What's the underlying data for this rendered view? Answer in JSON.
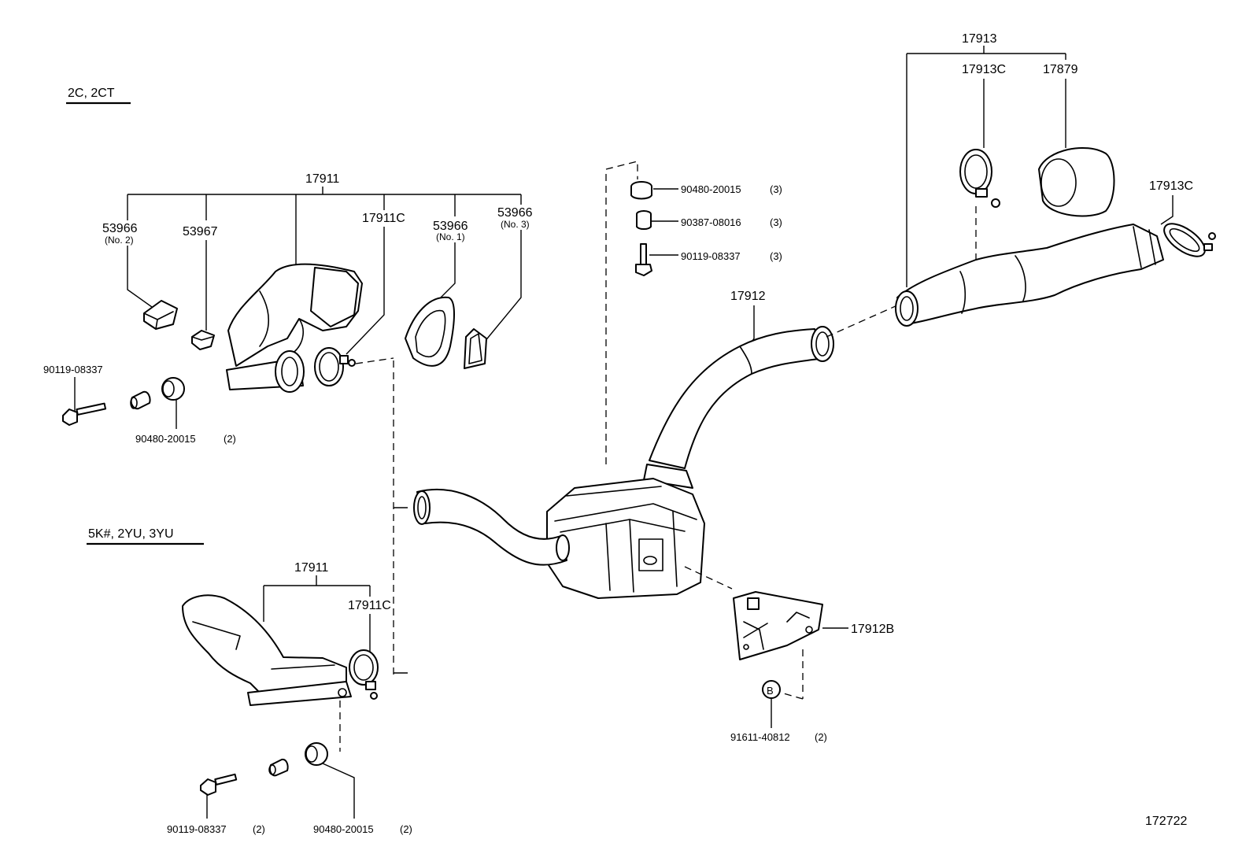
{
  "sections": {
    "upper_variant": "2C, 2CT",
    "lower_variant": "5K#, 2YU, 3YU"
  },
  "parts": {
    "p17911_upper": "17911",
    "p53966_no2": "53966",
    "p53966_no2_sub": "(No. 2)",
    "p53967": "53967",
    "p17911c_upper": "17911C",
    "p53966_no1": "53966",
    "p53966_no1_sub": "(No. 1)",
    "p53966_no3": "53966",
    "p53966_no3_sub": "(No. 3)",
    "p90119_upper": "90119-08337",
    "p90480_upper": "90480-20015",
    "p90480_upper_qty": "(2)",
    "p90480_center": "90480-20015",
    "p90480_center_qty": "(3)",
    "p90387_center": "90387-08016",
    "p90387_center_qty": "(3)",
    "p90119_center": "90119-08337",
    "p90119_center_qty": "(3)",
    "p17912": "17912",
    "p17913": "17913",
    "p17913c_top": "17913C",
    "p17879": "17879",
    "p17913c_right": "17913C",
    "p17911_lower": "17911",
    "p17911c_lower": "17911C",
    "p17912b": "17912B",
    "pB_marker": "B",
    "p91611": "91611-40812",
    "p91611_qty": "(2)",
    "p90119_lower": "90119-08337",
    "p90119_lower_qty": "(2)",
    "p90480_lower": "90480-20015",
    "p90480_lower_qty": "(2)"
  },
  "diagram_id": "172722",
  "icons": [
    "air-cleaner-hose-icon",
    "hose-clamp-icon",
    "intake-duct-icon",
    "resonator-icon",
    "bracket-icon",
    "bolt-icon",
    "grommet-icon",
    "collar-icon"
  ]
}
